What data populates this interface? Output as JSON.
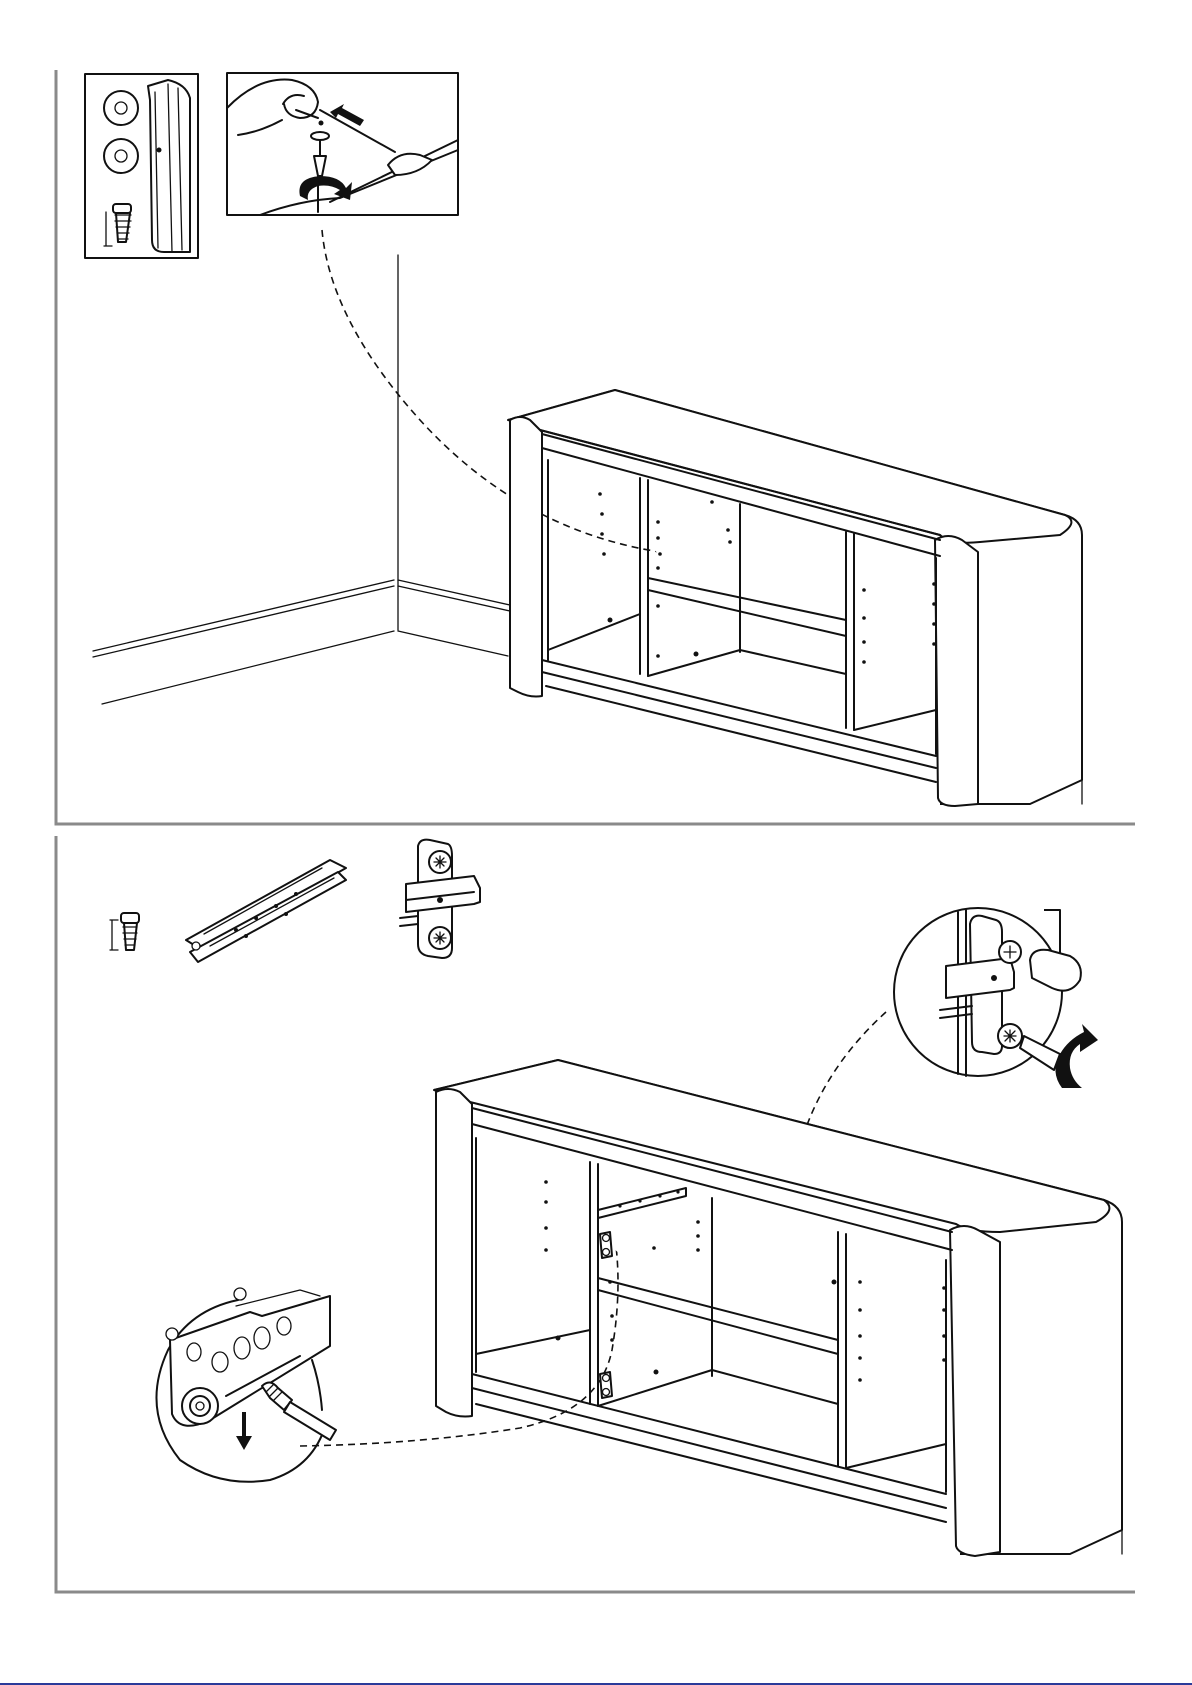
{
  "document": {
    "type": "assembly-instructions",
    "steps": [
      {
        "parts": [
          {
            "name": "felt-pad-washers",
            "icon": "washer-icon",
            "count_label": ""
          },
          {
            "name": "euro-screw",
            "icon": "screw-icon",
            "count_label": ""
          },
          {
            "name": "anti-tip-strap",
            "icon": "strap-icon",
            "count_label": ""
          }
        ],
        "detail": "wall-anchor-installation"
      },
      {
        "parts": [
          {
            "name": "euro-screw",
            "icon": "screw-icon",
            "count_label": ""
          },
          {
            "name": "drawer-runner",
            "icon": "drawer-runner-icon",
            "count_label": ""
          },
          {
            "name": "hinge-mounting-plate",
            "icon": "hinge-plate-icon",
            "count_label": ""
          }
        ],
        "details": [
          "hinge-plate-screwing",
          "runner-screwing"
        ]
      }
    ],
    "colors": {
      "line": "#111111",
      "frame": "#8a8a8a",
      "background": "#ffffff"
    }
  }
}
